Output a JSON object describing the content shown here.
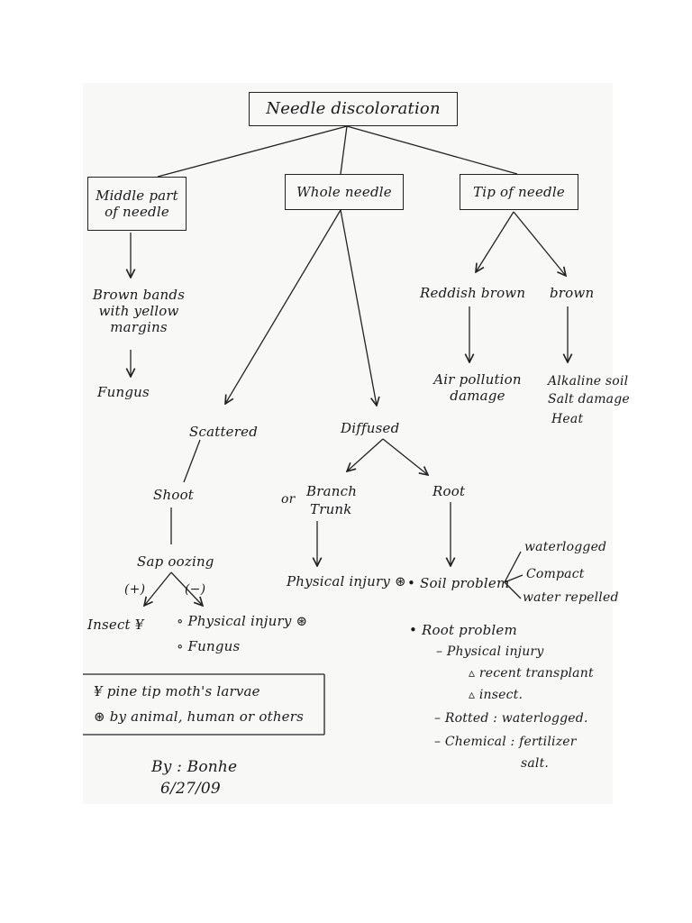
{
  "diagram": {
    "root": "Needle discoloration",
    "branches": {
      "middle": "Middle part of needle",
      "whole": "Whole needle",
      "tip": "Tip of needle"
    },
    "middle": {
      "symptom": "Brown bands with yellow margins",
      "cause": "Fungus"
    },
    "tip": {
      "left": "Reddish brown",
      "left_cause": "Air pollution damage",
      "right": "brown",
      "right_causes": [
        "Alkaline soil",
        "Salt damage",
        "Heat"
      ]
    },
    "whole": {
      "scattered": "Scattered",
      "shoot": "Shoot",
      "sap": "Sap oozing",
      "plus": "(+)",
      "minus": "(−)",
      "insect": "Insect ¥",
      "physical1": "∘ Physical injury ⊛",
      "fungus": "∘ Fungus",
      "diffused": "Diffused",
      "or": "or",
      "branch": "Branch",
      "trunk": "Trunk",
      "physical2": "Physical injury ⊛",
      "root": "Root",
      "soil": "• Soil problem",
      "soil_causes": [
        "waterlogged",
        "Compact",
        "water repelled"
      ],
      "root_problem": "• Root problem",
      "rp_items": [
        "– Physical injury",
        "▵ recent transplant",
        "▵ insect.",
        "– Rotted : waterlogged.",
        "– Chemical : fertilizer",
        "salt."
      ]
    }
  },
  "legend": {
    "yen": "¥  pine tip moth's larvae",
    "star": "⊛  by animal, human or others"
  },
  "signature": {
    "by": "By : Bonhe",
    "date": "6/27/09"
  }
}
